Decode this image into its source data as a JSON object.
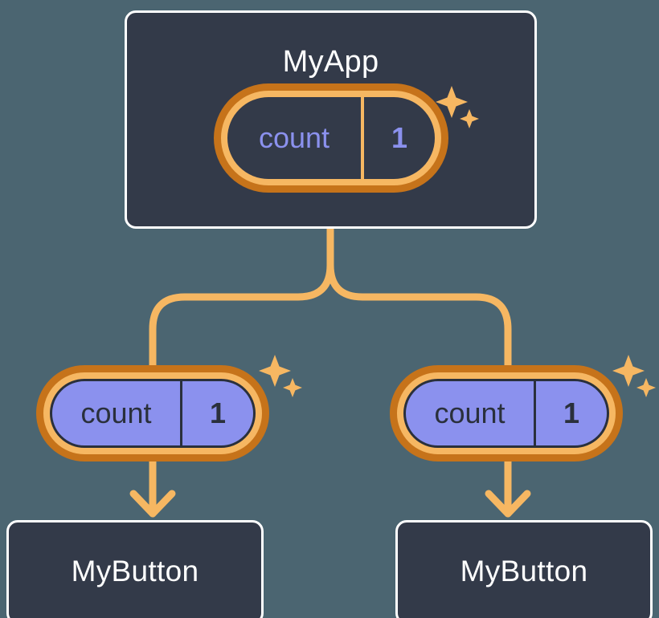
{
  "diagram": {
    "type": "component-tree",
    "title_text": "React prop drilling component tree",
    "background_color": "#4b6571",
    "colors": {
      "box_fill": "#333a49",
      "box_border": "#ffffff",
      "pill_outer_border": "#c6731a",
      "pill_inner_border": "#f6b762",
      "pill_prop_fill": "#8b91ee",
      "state_text": "#8b91ee",
      "prop_text": "#2a303c",
      "edge": "#f6b762",
      "sparkle": "#f6b762"
    }
  },
  "root": {
    "label": "MyApp",
    "state": {
      "key": "count",
      "value": "1"
    },
    "sparkle_icon": "sparkles-icon"
  },
  "children": [
    {
      "prop": {
        "key": "count",
        "value": "1"
      },
      "sparkle_icon": "sparkles-icon",
      "label": "MyButton"
    },
    {
      "prop": {
        "key": "count",
        "value": "1"
      },
      "sparkle_icon": "sparkles-icon",
      "label": "MyButton"
    }
  ],
  "edges": {
    "trunk": "vertical-split-connector",
    "arrow_icon": "arrow-down-icon"
  }
}
